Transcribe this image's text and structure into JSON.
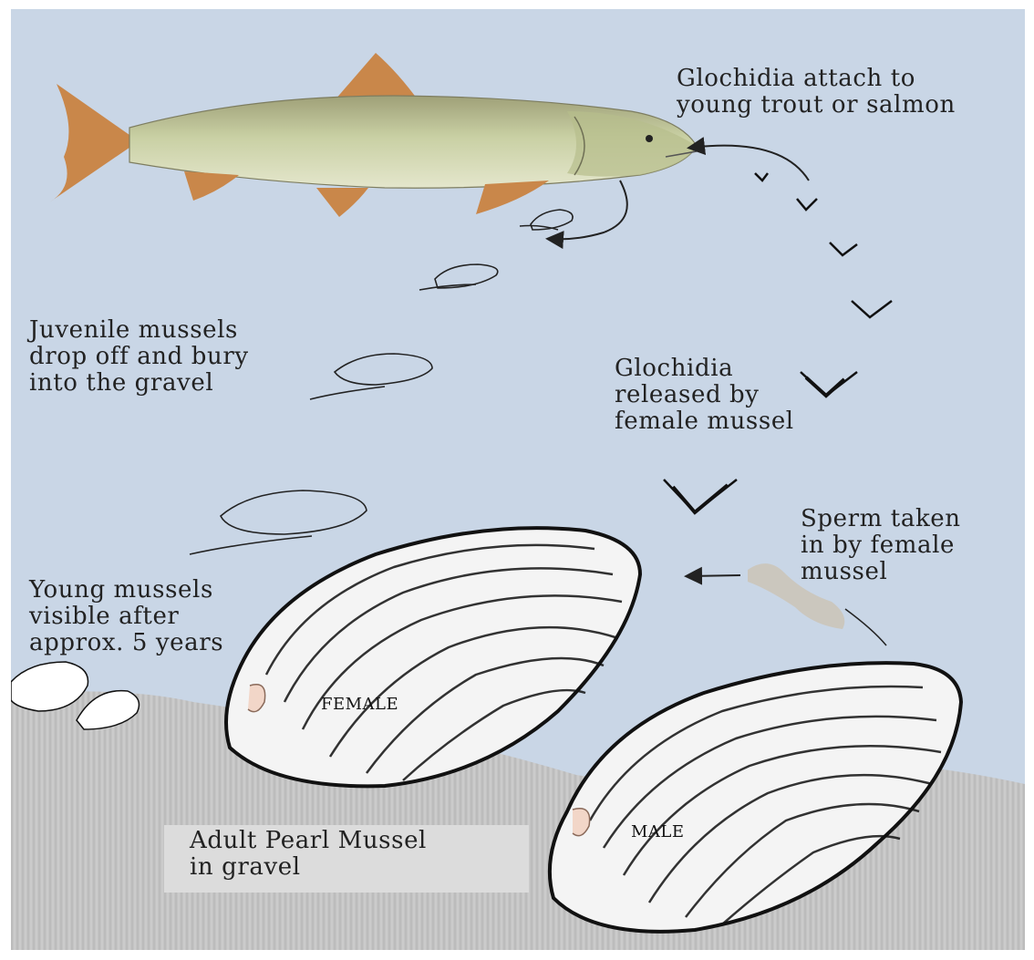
{
  "labels": {
    "glochidia_attach": "Glochidia attach to\nyoung trout or salmon",
    "juvenile_drop": "Juvenile mussels\ndrop off and bury\ninto the gravel",
    "glochidia_released": "Glochidia\nreleased by\nfemale mussel",
    "sperm_taken": "Sperm taken\nin by female\nmussel",
    "young_visible": "Young mussels\nvisible after\napprox. 5 years",
    "adult_gravel": "Adult Pearl Mussel\nin gravel",
    "female_tag": "FEMALE",
    "male_tag": "MALE"
  },
  "colors": {
    "water": "#c9d6e6",
    "gravel": "#c7c7c7",
    "fish_body": "#c8cfa0",
    "fish_fins": "#c9874a",
    "shell_ink": "#1a1a1a"
  }
}
